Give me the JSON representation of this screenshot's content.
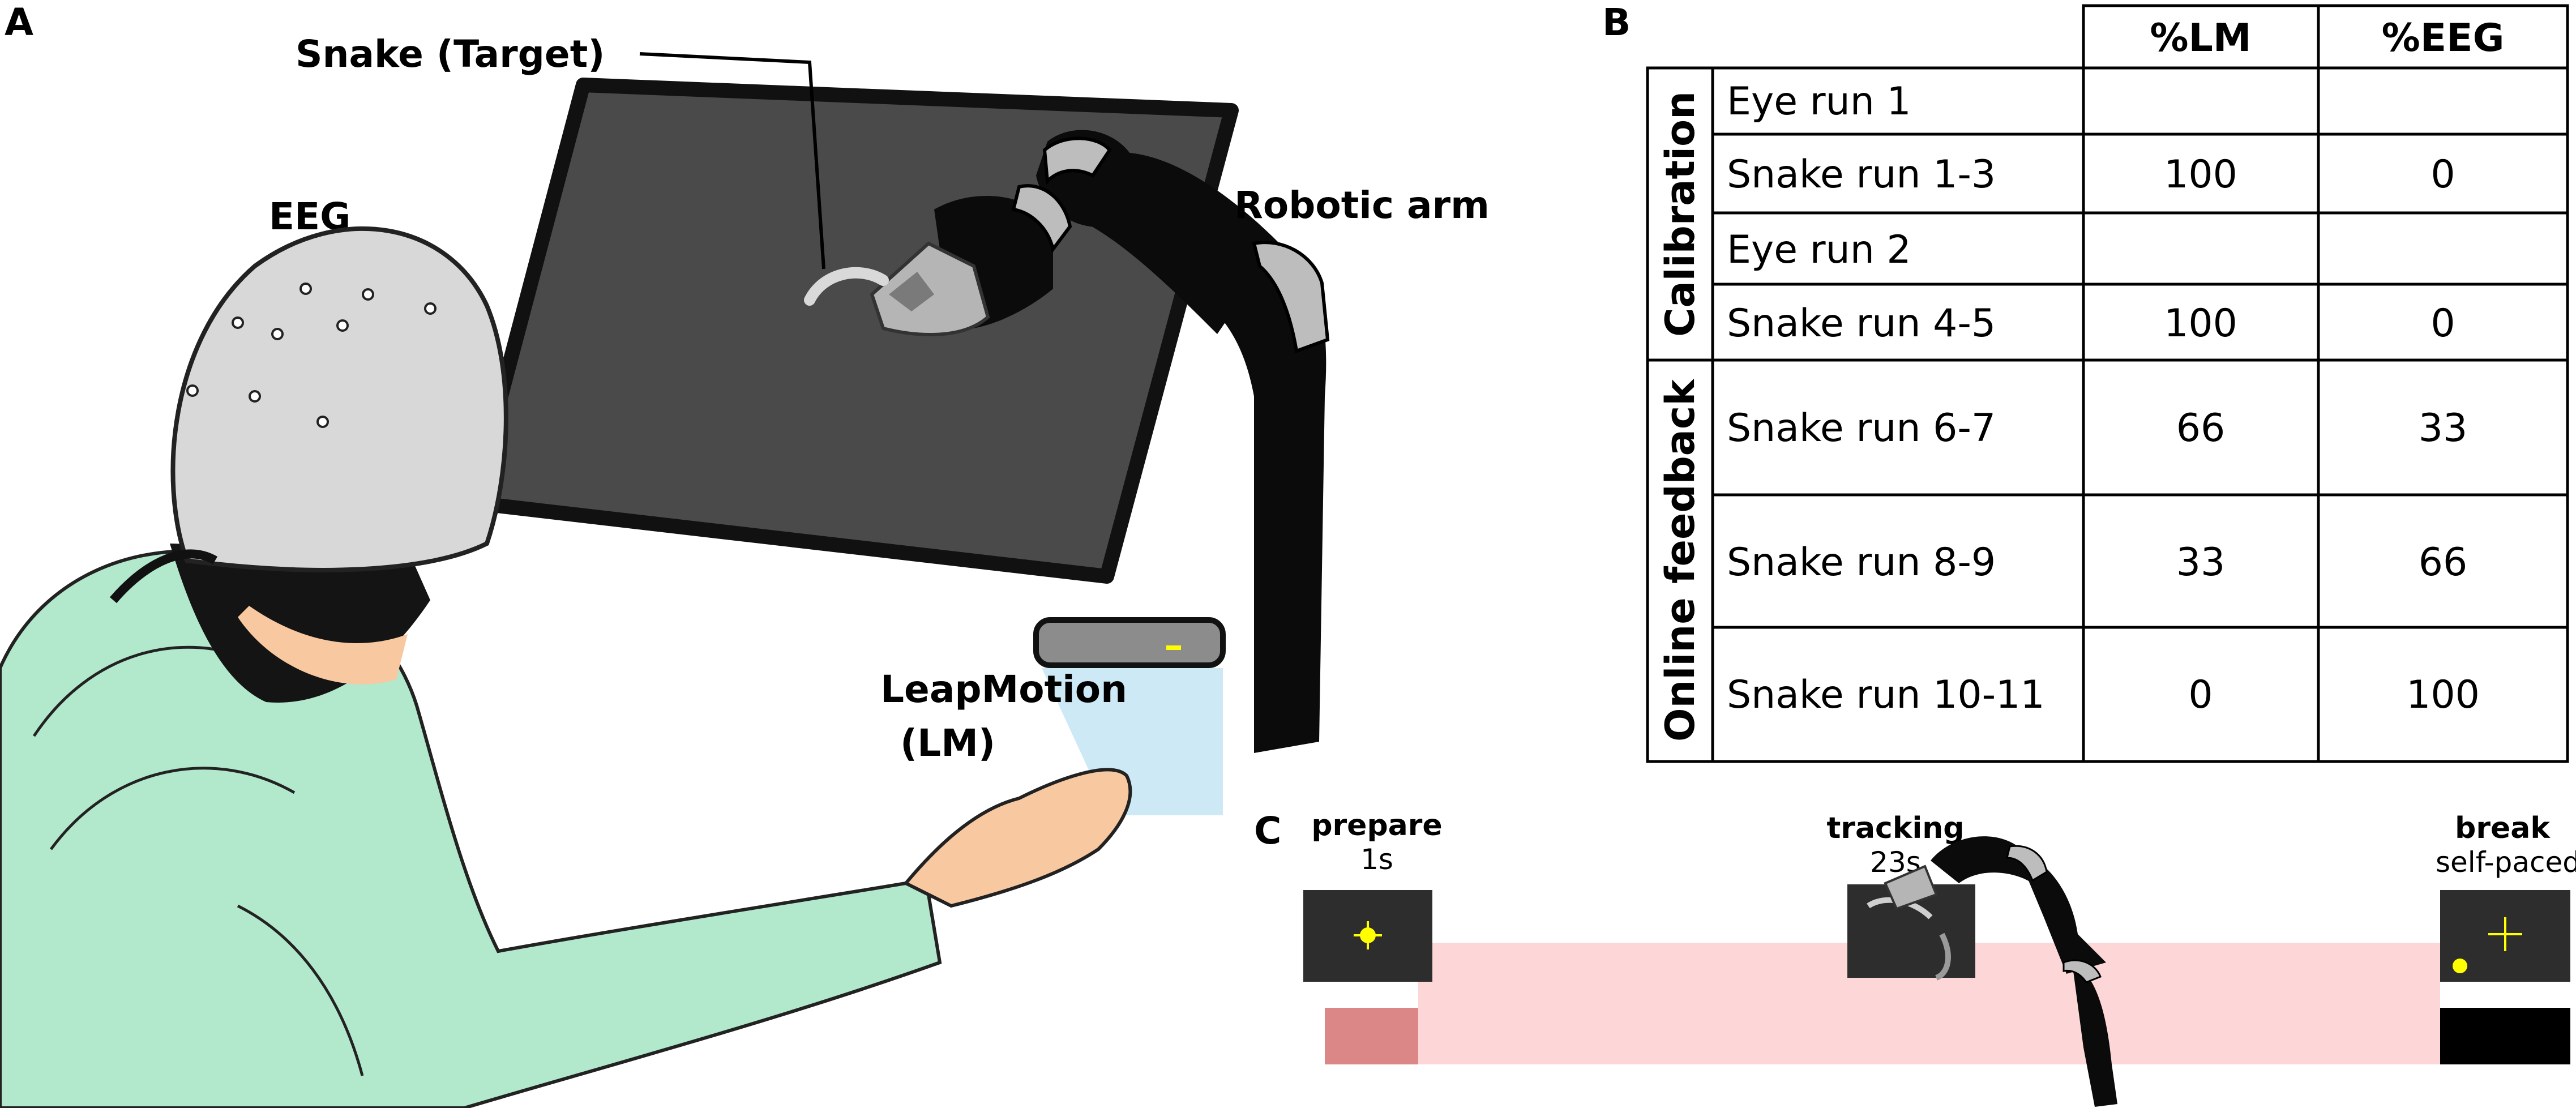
{
  "panels": {
    "a": {
      "letter": "A",
      "labels": {
        "snake_target": "Snake (Target)",
        "eeg": "EEG",
        "robotic_arm": "Robotic arm",
        "leapmotion_line1": "LeapMotion",
        "leapmotion_line2": "(LM)"
      }
    },
    "b": {
      "letter": "B",
      "table": {
        "columns": [
          "%LM",
          "%EEG"
        ],
        "groups": [
          {
            "label": "Calibration"
          },
          {
            "label": "Online feedback"
          }
        ],
        "rows": [
          {
            "label": "Eye run 1",
            "lm": "",
            "eeg": ""
          },
          {
            "label": "Snake run 1-3",
            "lm": "100",
            "eeg": "0"
          },
          {
            "label": "Eye run 2",
            "lm": "",
            "eeg": ""
          },
          {
            "label": "Snake run 4-5",
            "lm": "100",
            "eeg": "0"
          },
          {
            "label": "Snake run 6-7",
            "lm": "66",
            "eeg": "33"
          },
          {
            "label": "Snake run 8-9",
            "lm": "33",
            "eeg": "66"
          },
          {
            "label": "Snake run 10-11",
            "lm": "0",
            "eeg": "100"
          }
        ]
      }
    },
    "c": {
      "letter": "C",
      "phases": [
        {
          "title": "prepare",
          "duration": "1s"
        },
        {
          "title": "tracking",
          "duration": "23s"
        },
        {
          "title": "break",
          "duration": "self-paced"
        }
      ]
    }
  },
  "colors": {
    "board": "#4a4a4a",
    "board_frame": "#111111",
    "arm": "#0b0b0b",
    "arm_band": "#bdbdbd",
    "cap": "#d8d8d8",
    "hoodie": "#b2e8cc",
    "skin": "#f8c8a0",
    "hair": "#141414",
    "light_beam": "#bfe4f2",
    "timeline_light": "#fdd7d8",
    "timeline_dark": "#dc8787",
    "screen": "#2d2d2d",
    "marker": "#ffff00"
  }
}
